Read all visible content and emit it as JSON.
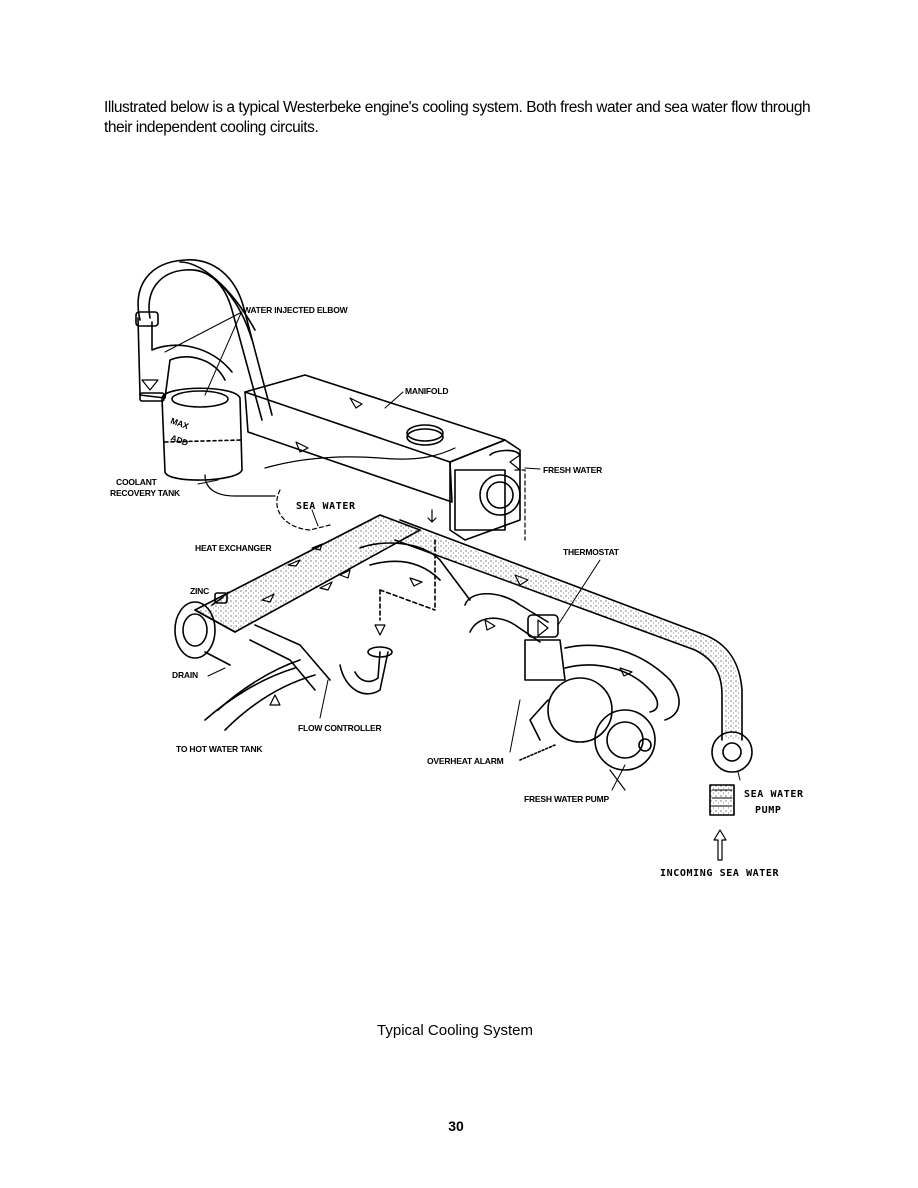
{
  "intro": "Illustrated below is a typical Westerbeke engine's cooling system. Both fresh water and sea water flow through their independent cooling circuits.",
  "labels": {
    "water_injected_elbow": "WATER INJECTED ELBOW",
    "manifold": "MANIFOLD",
    "fresh_water": "FRESH WATER",
    "coolant_recovery_tank_1": "COOLANT",
    "coolant_recovery_tank_2": "RECOVERY TANK",
    "max": "MAX",
    "add": "ADD",
    "sea_water": "SEA WATER",
    "heat_exchanger": "HEAT EXCHANGER",
    "thermostat": "THERMOSTAT",
    "zinc": "ZINC",
    "drain": "DRAIN",
    "flow_controller": "FLOW CONTROLLER",
    "to_hot_water_tank": "TO HOT WATER TANK",
    "overheat_alarm": "OVERHEAT ALARM",
    "fresh_water_pump": "FRESH WATER PUMP",
    "sea_water_pump_1": "SEA WATER",
    "sea_water_pump_2": "PUMP",
    "incoming_sea_water": "INCOMING SEA WATER"
  },
  "caption": "Typical Cooling System",
  "page_number": "30"
}
